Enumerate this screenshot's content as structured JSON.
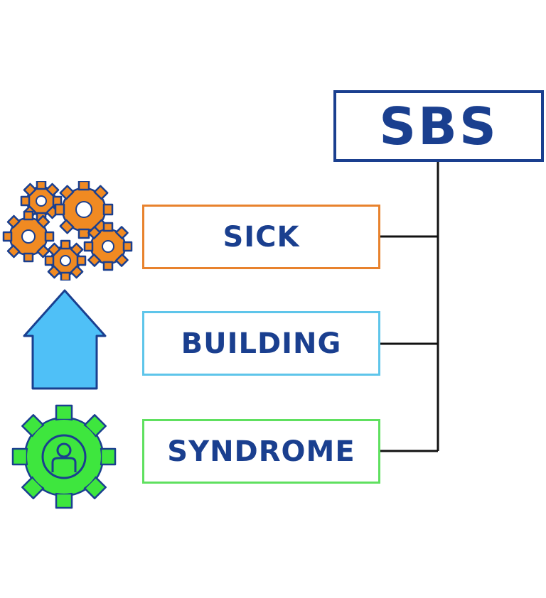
{
  "title": {
    "label": "SBS",
    "color": "#1a3f8f"
  },
  "terms": [
    {
      "label": "SICK",
      "border_color": "#e8822d",
      "icon": "orange-gears-icon"
    },
    {
      "label": "BUILDING",
      "border_color": "#5ec5ea",
      "icon": "house-icon"
    },
    {
      "label": "SYNDROME",
      "border_color": "#5fe05f",
      "icon": "gear-person-icon"
    }
  ],
  "colors": {
    "text": "#1a3f8f",
    "connector": "#111111",
    "gears_fill": "#f08a22",
    "house_fill": "#4fc0f7",
    "gear_person_fill": "#3ee63e",
    "icon_outline": "#1a3f8f"
  }
}
